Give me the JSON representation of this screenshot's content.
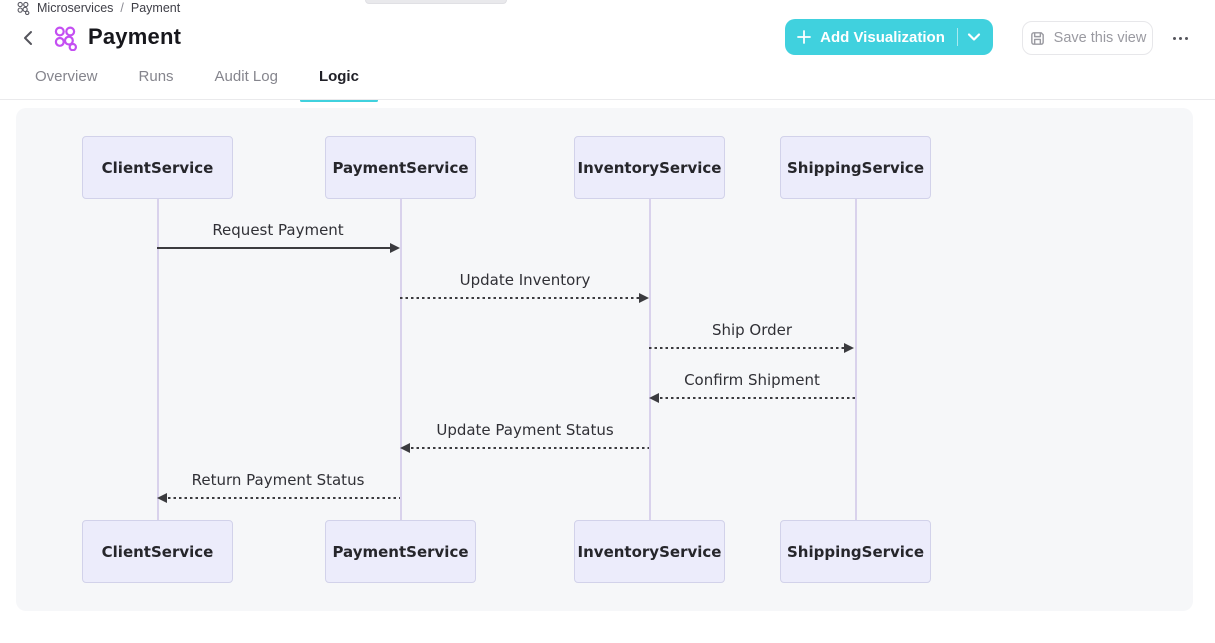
{
  "breadcrumb": {
    "items": [
      "Microservices",
      "Payment"
    ],
    "separator": "/"
  },
  "header": {
    "title": "Payment"
  },
  "toolbar": {
    "add_visualization_label": "Add Visualization",
    "save_view_label": "Save this view"
  },
  "icons": {
    "workspace": "gear-cluster",
    "back": "chevron-left",
    "add": "plus",
    "dropdown": "chevron-down",
    "save": "floppy-disk",
    "more": "ellipsis"
  },
  "tabs": [
    {
      "label": "Overview",
      "active": false
    },
    {
      "label": "Runs",
      "active": false
    },
    {
      "label": "Audit Log",
      "active": false
    },
    {
      "label": "Logic",
      "active": true
    }
  ],
  "diagram": {
    "type": "sequence",
    "actors": [
      "ClientService",
      "PaymentService",
      "InventoryService",
      "ShippingService"
    ],
    "messages": [
      {
        "from": "ClientService",
        "to": "PaymentService",
        "text": "Request Payment",
        "style": "solid"
      },
      {
        "from": "PaymentService",
        "to": "InventoryService",
        "text": "Update Inventory",
        "style": "dashed"
      },
      {
        "from": "InventoryService",
        "to": "ShippingService",
        "text": "Ship Order",
        "style": "dashed"
      },
      {
        "from": "ShippingService",
        "to": "InventoryService",
        "text": "Confirm Shipment",
        "style": "dashed"
      },
      {
        "from": "InventoryService",
        "to": "PaymentService",
        "text": "Update Payment Status",
        "style": "dashed"
      },
      {
        "from": "PaymentService",
        "to": "ClientService",
        "text": "Return Payment Status",
        "style": "dashed"
      }
    ]
  },
  "colors": {
    "accent_teal": "#40d1de",
    "title_icon_purple": "#c44ff2",
    "actor_fill": "#ececfb",
    "actor_border": "#d2d2ea",
    "lifeline": "#d9d2ec",
    "message_ink": "#3b3b3f",
    "canvas_bg": "#f6f7f9"
  }
}
